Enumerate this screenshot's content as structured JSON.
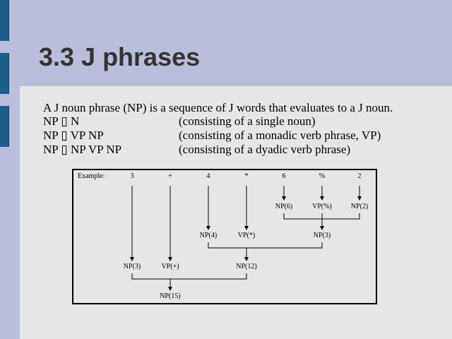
{
  "slide": {
    "title": "3.3 J phrases",
    "intro": "A J noun phrase (NP) is a sequence of J words that evaluates to a J noun.",
    "rules": [
      {
        "lhs": "NP ▯ N",
        "desc": "(consisting of a single noun)"
      },
      {
        "lhs": "NP ▯ VP NP",
        "desc": "(consisting of a monadic verb phrase, VP)"
      },
      {
        "lhs": "NP ▯ NP VP NP",
        "desc": "(consisting of a dyadic verb phrase)"
      }
    ]
  },
  "diagram": {
    "example_label": "Example:",
    "tokens": [
      "3",
      "+",
      "4",
      "*",
      "6",
      "%",
      "2"
    ],
    "level1": [
      "NP(6)",
      "VP(%)",
      "NP(2)"
    ],
    "level2": [
      "NP(4)",
      "VP(*)",
      "NP(3)"
    ],
    "level3": [
      "NP(3)",
      "VP(+)",
      "NP(12)"
    ],
    "result": "NP(15)"
  }
}
